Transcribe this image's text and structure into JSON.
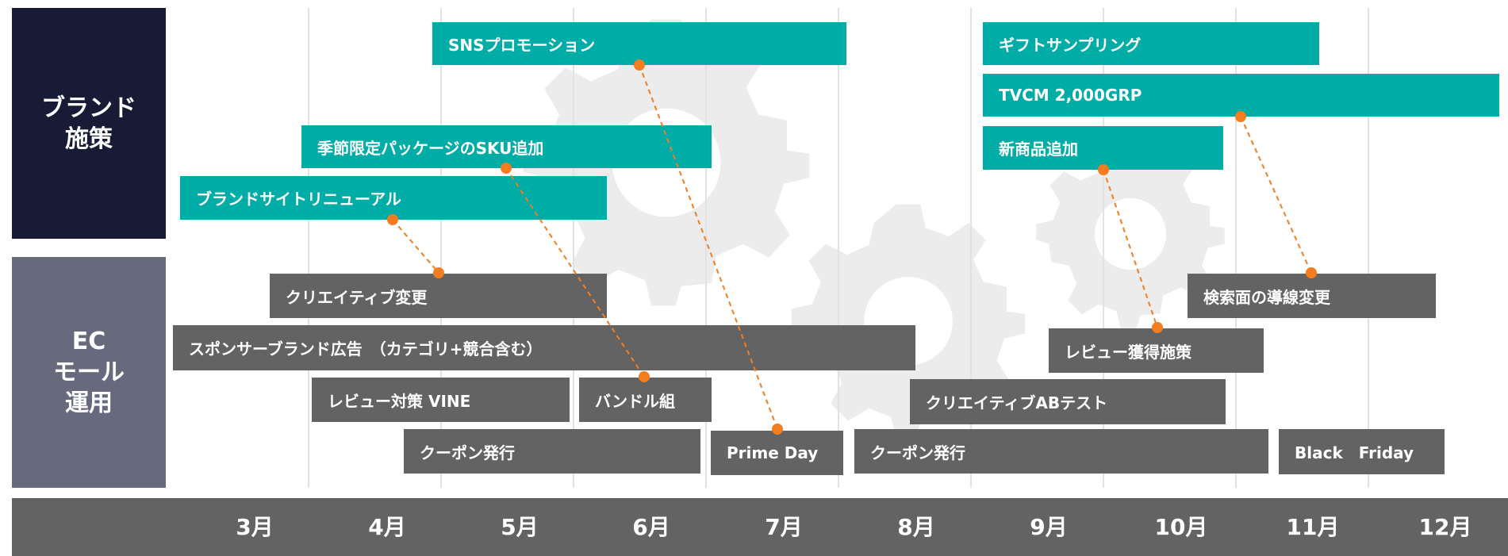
{
  "categories": {
    "brand": [
      "ブランド",
      "施策"
    ],
    "ec": [
      "EC",
      "モール",
      "運用"
    ]
  },
  "brand_bars": [
    {
      "label": "SNSプロモーション"
    },
    {
      "label": "季節限定パッケージのSKU追加"
    },
    {
      "label": "ブランドサイトリニューアル"
    },
    {
      "label": "ギフトサンプリング"
    },
    {
      "label": "TVCM 2,000GRP"
    },
    {
      "label": "新商品追加"
    }
  ],
  "ec_bars": [
    {
      "label": "クリエイティブ変更"
    },
    {
      "label": "スポンサーブランド広告　（カテゴリ+競合含む）"
    },
    {
      "label": "レビュー対策 VINE"
    },
    {
      "label": "バンドル組"
    },
    {
      "label": "クーポン発行"
    },
    {
      "label": "Prime Day"
    },
    {
      "label": "クーポン発行"
    },
    {
      "label": "クリエイティブABテスト"
    },
    {
      "label": "レビュー獲得施策"
    },
    {
      "label": "検索面の導線変更"
    },
    {
      "label": "Black　Friday"
    }
  ],
  "months": [
    "3月",
    "4月",
    "5月",
    "6月",
    "7月",
    "8月",
    "9月",
    "10月",
    "11月",
    "12月"
  ],
  "colors": {
    "brand_bar": "#00aca6",
    "ec_bar": "#636363",
    "brand_category": "#171b36",
    "ec_category": "#676a7c",
    "connector": "#f47d20"
  }
}
